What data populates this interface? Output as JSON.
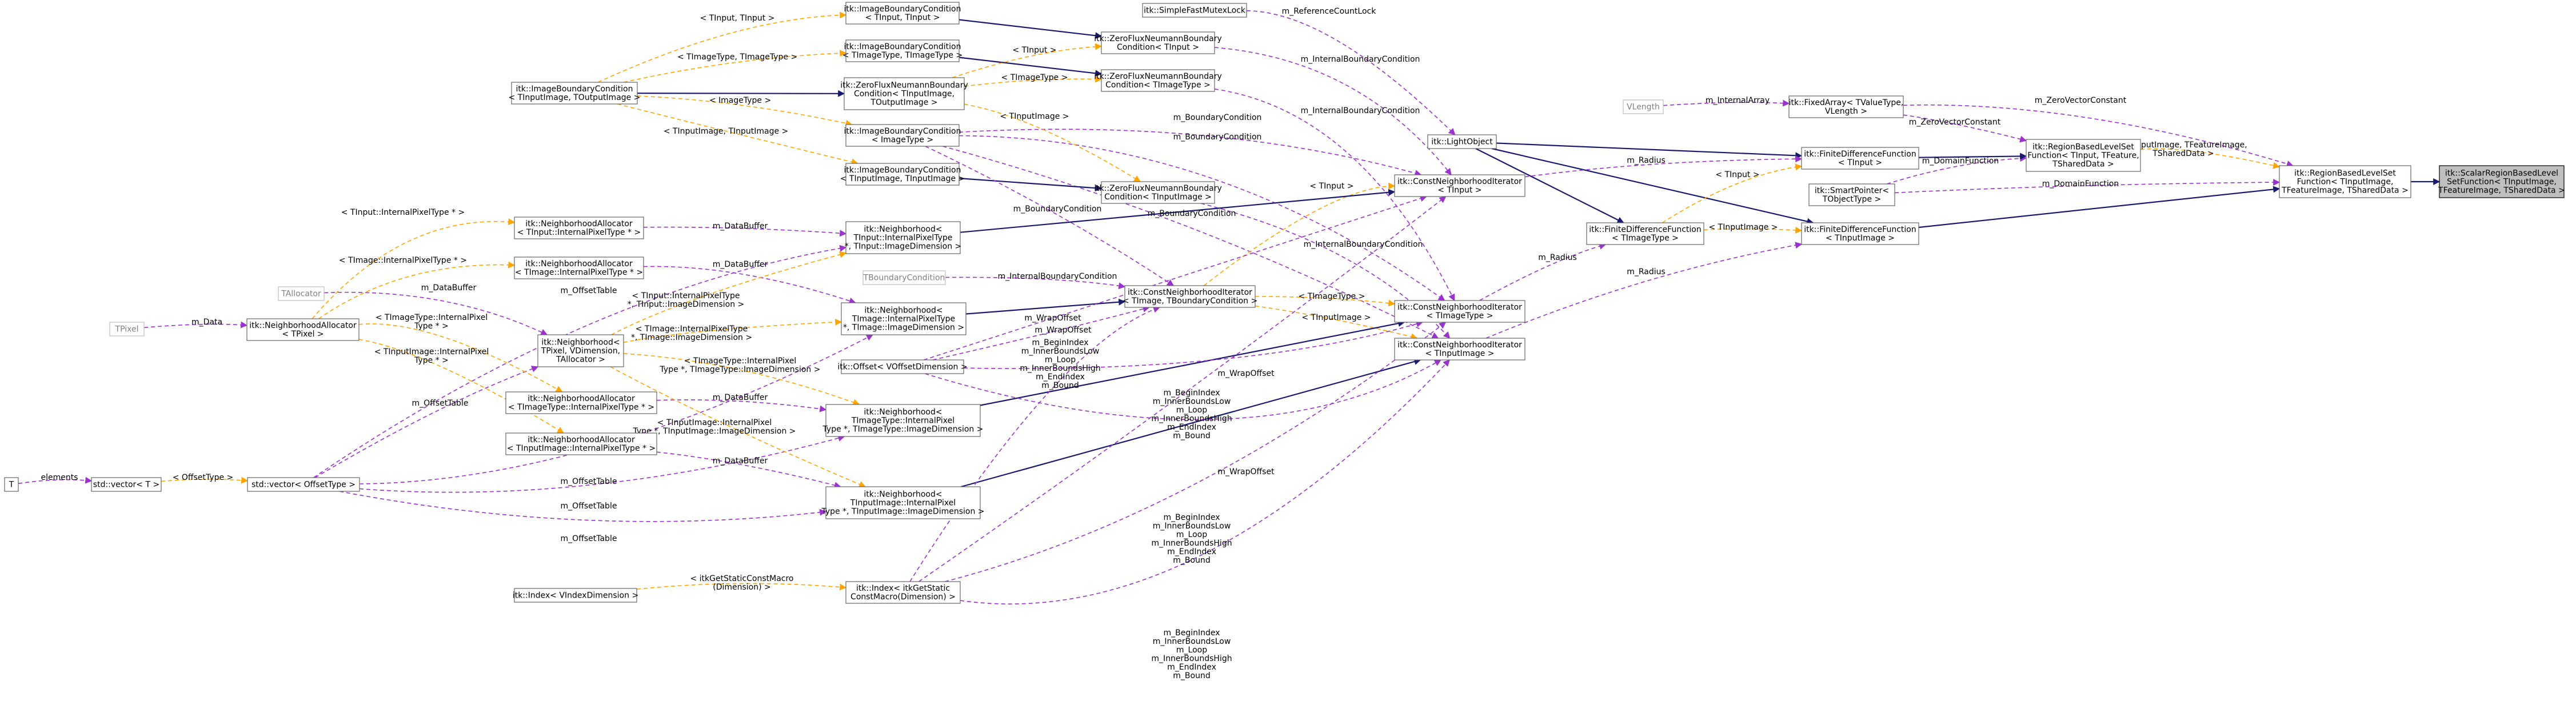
{
  "colors": {
    "inherit": "#191970",
    "member": "#9a32cd",
    "template": "#ffa500",
    "root_fill": "#bfbfbf"
  },
  "nodes": [
    {
      "id": "root",
      "lines": [
        "itk::ScalarRegionBasedLevel",
        "SetFunction< TInputImage,",
        "TFeatureImage, TSharedData >"
      ],
      "style": "root"
    },
    {
      "id": "rbls",
      "lines": [
        "itk::RegionBasedLevelSet",
        "Function< TInputImage,",
        "TFeatureImage, TSharedData >"
      ]
    },
    {
      "id": "rbls2",
      "lines": [
        "itk::RegionBasedLevelSet",
        "Function< TInput, TFeature,",
        "TSharedData >"
      ]
    },
    {
      "id": "fixedarray",
      "lines": [
        "itk::FixedArray< TValueType,",
        "VLength >"
      ]
    },
    {
      "id": "vlength",
      "lines": [
        "VLength"
      ],
      "style": "ext"
    },
    {
      "id": "smartptr",
      "lines": [
        "itk::SmartPointer<",
        "TObjectType >"
      ]
    },
    {
      "id": "fdf_in",
      "lines": [
        "itk::FiniteDifferenceFunction",
        "< TInput >"
      ]
    },
    {
      "id": "fdf_img",
      "lines": [
        "itk::FiniteDifferenceFunction",
        "< TInputImage >"
      ]
    },
    {
      "id": "fdf_tpl",
      "lines": [
        "itk::FiniteDifferenceFunction",
        "< TImageType >"
      ]
    },
    {
      "id": "lightobj",
      "lines": [
        "itk::LightObject"
      ]
    },
    {
      "id": "mutex",
      "lines": [
        "itk::SimpleFastMutexLock"
      ]
    },
    {
      "id": "zfn1",
      "lines": [
        "itk::ZeroFluxNeumannBoundary",
        "Condition< TInput >"
      ]
    },
    {
      "id": "zfn2",
      "lines": [
        "itk::ZeroFluxNeumannBoundary",
        "Condition< TImageType >"
      ]
    },
    {
      "id": "zfn3",
      "lines": [
        "itk::ZeroFluxNeumannBoundary",
        "Condition< TInputImage >"
      ]
    },
    {
      "id": "zfn_tpl",
      "lines": [
        "itk::ZeroFluxNeumannBoundary",
        "Condition< TInputImage,",
        "TOutputImage >"
      ]
    },
    {
      "id": "ibc1",
      "lines": [
        "itk::ImageBoundaryCondition",
        "< TInput, TInput >"
      ]
    },
    {
      "id": "ibc2",
      "lines": [
        "itk::ImageBoundaryCondition",
        "< TImageType, TImageType >"
      ]
    },
    {
      "id": "ibc_tpl",
      "lines": [
        "itk::ImageBoundaryCondition",
        "< TInputImage, TOutputImage >"
      ]
    },
    {
      "id": "ibc3",
      "lines": [
        "itk::ImageBoundaryCondition",
        "< ImageType >"
      ]
    },
    {
      "id": "ibc4",
      "lines": [
        "itk::ImageBoundaryCondition",
        "< TInputImage, TInputImage >"
      ]
    },
    {
      "id": "cni_in",
      "lines": [
        "itk::ConstNeighborhoodIterator",
        "< TInput >"
      ]
    },
    {
      "id": "cni_type",
      "lines": [
        "itk::ConstNeighborhoodIterator",
        "< TImageType >"
      ]
    },
    {
      "id": "cni_img",
      "lines": [
        "itk::ConstNeighborhoodIterator",
        "< TInputImage >"
      ]
    },
    {
      "id": "cni_tpl",
      "lines": [
        "itk::ConstNeighborhoodIterator",
        "< TImage, TBoundaryCondition >"
      ]
    },
    {
      "id": "tbc",
      "lines": [
        "TBoundaryCondition"
      ],
      "style": "ext"
    },
    {
      "id": "nbh_in",
      "lines": [
        "itk::Neighborhood<",
        "TInput::InternalPixelType",
        "*, TInput::ImageDimension >"
      ]
    },
    {
      "id": "nbh_img",
      "lines": [
        "itk::Neighborhood<",
        "TImage::InternalPixelType",
        "*, TImage::ImageDimension >"
      ]
    },
    {
      "id": "nbh_type",
      "lines": [
        "itk::Neighborhood<",
        "TImageType::InternalPixel",
        "Type *, TImageType::ImageDimension >"
      ]
    },
    {
      "id": "nbh_inimg",
      "lines": [
        "itk::Neighborhood<",
        "TInputImage::InternalPixel",
        "Type *, TInputImage::ImageDimension >"
      ]
    },
    {
      "id": "nbh_tpl",
      "lines": [
        "itk::Neighborhood<",
        "TPixel, VDimension,",
        "TAllocator >"
      ]
    },
    {
      "id": "na_in",
      "lines": [
        "itk::NeighborhoodAllocator",
        "< TInput::InternalPixelType * >"
      ]
    },
    {
      "id": "na_img",
      "lines": [
        "itk::NeighborhoodAllocator",
        "< TImage::InternalPixelType * >"
      ]
    },
    {
      "id": "na_type",
      "lines": [
        "itk::NeighborhoodAllocator",
        "< TImageType::InternalPixelType * >"
      ]
    },
    {
      "id": "na_inimg",
      "lines": [
        "itk::NeighborhoodAllocator",
        "< TInputImage::InternalPixelType * >"
      ]
    },
    {
      "id": "na_tpl",
      "lines": [
        "itk::NeighborhoodAllocator",
        "< TPixel >"
      ]
    },
    {
      "id": "tallocator",
      "lines": [
        "TAllocator"
      ],
      "style": "ext"
    },
    {
      "id": "tpixel",
      "lines": [
        "TPixel"
      ],
      "style": "ext"
    },
    {
      "id": "vec_offset",
      "lines": [
        "std::vector< OffsetType >"
      ]
    },
    {
      "id": "vec_t",
      "lines": [
        "std::vector< T >"
      ]
    },
    {
      "id": "t",
      "lines": [
        "T"
      ]
    },
    {
      "id": "offset",
      "lines": [
        "itk::Offset< VOffsetDimension >"
      ]
    },
    {
      "id": "index_get",
      "lines": [
        "itk::Index< itkGetStatic",
        "ConstMacro(Dimension) >"
      ]
    },
    {
      "id": "index_tpl",
      "lines": [
        "itk::Index< VIndexDimension >"
      ]
    }
  ],
  "edges": [
    {
      "from": "rbls",
      "to": "root",
      "kind": "inherit"
    },
    {
      "from": "rbls2",
      "to": "rbls",
      "kind": "template",
      "label": [
        "< TInputImage, TFeatureImage,",
        "TSharedData >"
      ]
    },
    {
      "from": "fixedarray",
      "to": "rbls",
      "kind": "member",
      "label": [
        "m_ZeroVectorConstant"
      ]
    },
    {
      "from": "fixedarray",
      "to": "rbls2",
      "kind": "member",
      "label": [
        "m_ZeroVectorConstant"
      ]
    },
    {
      "from": "vlength",
      "to": "fixedarray",
      "kind": "member",
      "label": [
        "m_InternalArray"
      ]
    },
    {
      "from": "smartptr",
      "to": "rbls",
      "kind": "member",
      "label": [
        "m_DomainFunction"
      ]
    },
    {
      "from": "smartptr",
      "to": "rbls2",
      "kind": "member",
      "label": [
        "m_DomainFunction"
      ]
    },
    {
      "from": "fdf_in",
      "to": "rbls2",
      "kind": "inherit"
    },
    {
      "from": "fdf_img",
      "to": "rbls",
      "kind": "inherit"
    },
    {
      "from": "lightobj",
      "to": "fdf_in",
      "kind": "inherit"
    },
    {
      "from": "lightobj",
      "to": "fdf_img",
      "kind": "inherit"
    },
    {
      "from": "lightobj",
      "to": "fdf_tpl",
      "kind": "inherit"
    },
    {
      "from": "mutex",
      "to": "lightobj",
      "kind": "member",
      "label": [
        "m_ReferenceCountLock"
      ]
    },
    {
      "from": "fdf_tpl",
      "to": "fdf_in",
      "kind": "template",
      "label": [
        "< TInput >"
      ]
    },
    {
      "from": "fdf_tpl",
      "to": "fdf_img",
      "kind": "template",
      "label": [
        "< TInputImage >"
      ]
    },
    {
      "from": "cni_in",
      "to": "fdf_in",
      "kind": "member",
      "label": [
        "m_Radius"
      ]
    },
    {
      "from": "cni_type",
      "to": "fdf_tpl",
      "kind": "member",
      "label": [
        "m_Radius"
      ]
    },
    {
      "from": "cni_img",
      "to": "fdf_img",
      "kind": "member",
      "label": [
        "m_Radius"
      ]
    },
    {
      "from": "zfn1",
      "to": "cni_in",
      "kind": "member",
      "label": [
        "m_InternalBoundaryCondition"
      ]
    },
    {
      "from": "ibc3",
      "to": "cni_in",
      "kind": "member",
      "label": [
        "m_BoundaryCondition"
      ]
    },
    {
      "from": "zfn2",
      "to": "cni_type",
      "kind": "member",
      "label": [
        "m_InternalBoundaryCondition"
      ]
    },
    {
      "from": "ibc3",
      "to": "cni_type",
      "kind": "member",
      "label": [
        "m_BoundaryCondition"
      ]
    },
    {
      "from": "zfn3",
      "to": "cni_img",
      "kind": "member",
      "label": [
        "m_InternalBoundaryCondition"
      ]
    },
    {
      "from": "ibc3",
      "to": "cni_img",
      "kind": "member",
      "label": [
        "m_BoundaryCondition"
      ]
    },
    {
      "from": "ibc1",
      "to": "zfn1",
      "kind": "inherit"
    },
    {
      "from": "ibc2",
      "to": "zfn2",
      "kind": "inherit"
    },
    {
      "from": "ibc4",
      "to": "zfn3",
      "kind": "inherit"
    },
    {
      "from": "ibc_tpl",
      "to": "zfn_tpl",
      "kind": "inherit"
    },
    {
      "from": "zfn_tpl",
      "to": "zfn1",
      "kind": "template",
      "label": [
        "< TInput >"
      ]
    },
    {
      "from": "zfn_tpl",
      "to": "zfn2",
      "kind": "template",
      "label": [
        "< TImageType >"
      ]
    },
    {
      "from": "zfn_tpl",
      "to": "zfn3",
      "kind": "template",
      "label": [
        "< TInputImage >"
      ]
    },
    {
      "from": "ibc_tpl",
      "to": "ibc1",
      "kind": "template",
      "label": [
        "< TInput, TInput >"
      ]
    },
    {
      "from": "ibc_tpl",
      "to": "ibc2",
      "kind": "template",
      "label": [
        "< TImageType, TImageType >"
      ]
    },
    {
      "from": "ibc_tpl",
      "to": "ibc3",
      "kind": "template",
      "label": [
        "< ImageType >"
      ]
    },
    {
      "from": "ibc_tpl",
      "to": "ibc4",
      "kind": "template",
      "label": [
        "< TInputImage, TInputImage >"
      ]
    },
    {
      "from": "cni_tpl",
      "to": "cni_in",
      "kind": "template",
      "label": [
        "< TInput >"
      ]
    },
    {
      "from": "cni_tpl",
      "to": "cni_type",
      "kind": "template",
      "label": [
        "< TImageType >"
      ]
    },
    {
      "from": "cni_tpl",
      "to": "cni_img",
      "kind": "template",
      "label": [
        "< TInputImage >"
      ]
    },
    {
      "from": "tbc",
      "to": "cni_tpl",
      "kind": "member",
      "label": [
        "m_InternalBoundaryCondition"
      ]
    },
    {
      "from": "ibc3",
      "to": "cni_tpl",
      "kind": "member",
      "label": [
        "m_BoundaryCondition"
      ]
    },
    {
      "from": "nbh_in",
      "to": "cni_in",
      "kind": "inherit"
    },
    {
      "from": "nbh_img",
      "to": "cni_tpl",
      "kind": "inherit"
    },
    {
      "from": "nbh_type",
      "to": "cni_type",
      "kind": "inherit"
    },
    {
      "from": "nbh_inimg",
      "to": "cni_img",
      "kind": "inherit"
    },
    {
      "from": "offset",
      "to": "cni_tpl",
      "kind": "member",
      "label": [
        "m_WrapOffset"
      ]
    },
    {
      "from": "offset",
      "to": "cni_in",
      "kind": "member",
      "label": [
        "m_WrapOffset"
      ]
    },
    {
      "from": "offset",
      "to": "cni_type",
      "kind": "member",
      "label": [
        "m_WrapOffset"
      ]
    },
    {
      "from": "offset",
      "to": "cni_img",
      "kind": "member",
      "label": [
        "m_WrapOffset"
      ]
    },
    {
      "from": "index_get",
      "to": "cni_tpl",
      "kind": "member",
      "label": [
        "m_BeginIndex",
        "m_InnerBoundsLow",
        "m_Loop",
        "m_InnerBoundsHigh",
        "m_EndIndex",
        "m_Bound"
      ]
    },
    {
      "from": "index_get",
      "to": "cni_in",
      "kind": "member",
      "label": [
        "m_BeginIndex",
        "m_InnerBoundsLow",
        "m_Loop",
        "m_InnerBoundsHigh",
        "m_EndIndex",
        "m_Bound"
      ]
    },
    {
      "from": "index_get",
      "to": "cni_type",
      "kind": "member",
      "label": [
        "m_BeginIndex",
        "m_InnerBoundsLow",
        "m_Loop",
        "m_InnerBoundsHigh",
        "m_EndIndex",
        "m_Bound"
      ]
    },
    {
      "from": "index_get",
      "to": "cni_img",
      "kind": "member",
      "label": [
        "m_BeginIndex",
        "m_InnerBoundsLow",
        "m_Loop",
        "m_InnerBoundsHigh",
        "m_EndIndex",
        "m_Bound"
      ]
    },
    {
      "from": "index_tpl",
      "to": "index_get",
      "kind": "template",
      "label": [
        "< itkGetStaticConstMacro",
        "(Dimension) >"
      ]
    },
    {
      "from": "na_in",
      "to": "nbh_in",
      "kind": "member",
      "label": [
        "m_DataBuffer"
      ]
    },
    {
      "from": "na_img",
      "to": "nbh_img",
      "kind": "member",
      "label": [
        "m_DataBuffer"
      ]
    },
    {
      "from": "na_type",
      "to": "nbh_type",
      "kind": "member",
      "label": [
        "m_DataBuffer"
      ]
    },
    {
      "from": "na_inimg",
      "to": "nbh_inimg",
      "kind": "member",
      "label": [
        "m_DataBuffer"
      ]
    },
    {
      "from": "vec_offset",
      "to": "nbh_in",
      "kind": "member",
      "label": [
        "m_OffsetTable"
      ]
    },
    {
      "from": "vec_offset",
      "to": "nbh_img",
      "kind": "member",
      "label": [
        "m_OffsetTable"
      ]
    },
    {
      "from": "vec_offset",
      "to": "nbh_type",
      "kind": "member",
      "label": [
        "m_OffsetTable"
      ]
    },
    {
      "from": "vec_offset",
      "to": "nbh_inimg",
      "kind": "member",
      "label": [
        "m_OffsetTable"
      ]
    },
    {
      "from": "vec_offset",
      "to": "nbh_tpl",
      "kind": "member",
      "label": [
        "m_OffsetTable"
      ]
    },
    {
      "from": "nbh_tpl",
      "to": "nbh_in",
      "kind": "template",
      "label": [
        "< TInput::InternalPixelType",
        "*, TInput::ImageDimension >"
      ]
    },
    {
      "from": "nbh_tpl",
      "to": "nbh_img",
      "kind": "template",
      "label": [
        "< TImage::InternalPixelType",
        "*, TImage::ImageDimension >"
      ]
    },
    {
      "from": "nbh_tpl",
      "to": "nbh_type",
      "kind": "template",
      "label": [
        "< TImageType::InternalPixel",
        "Type *, TImageType::ImageDimension >"
      ]
    },
    {
      "from": "nbh_tpl",
      "to": "nbh_inimg",
      "kind": "template",
      "label": [
        "< TInputImage::InternalPixel",
        "Type *, TInputImage::ImageDimension >"
      ]
    },
    {
      "from": "tallocator",
      "to": "nbh_tpl",
      "kind": "member",
      "label": [
        "m_DataBuffer"
      ]
    },
    {
      "from": "na_tpl",
      "to": "na_in",
      "kind": "template",
      "label": [
        "< TInput::InternalPixelType * >"
      ]
    },
    {
      "from": "na_tpl",
      "to": "na_img",
      "kind": "template",
      "label": [
        "< TImage::InternalPixelType * >"
      ]
    },
    {
      "from": "na_tpl",
      "to": "na_type",
      "kind": "template",
      "label": [
        "< TImageType::InternalPixel",
        "Type * >"
      ]
    },
    {
      "from": "na_tpl",
      "to": "na_inimg",
      "kind": "template",
      "label": [
        "< TInputImage::InternalPixel",
        "Type * >"
      ]
    },
    {
      "from": "tpixel",
      "to": "na_tpl",
      "kind": "member",
      "label": [
        "m_Data"
      ]
    },
    {
      "from": "vec_t",
      "to": "vec_offset",
      "kind": "template",
      "label": [
        "< OffsetType >"
      ]
    },
    {
      "from": "t",
      "to": "vec_t",
      "kind": "member",
      "label": [
        "elements"
      ]
    }
  ]
}
